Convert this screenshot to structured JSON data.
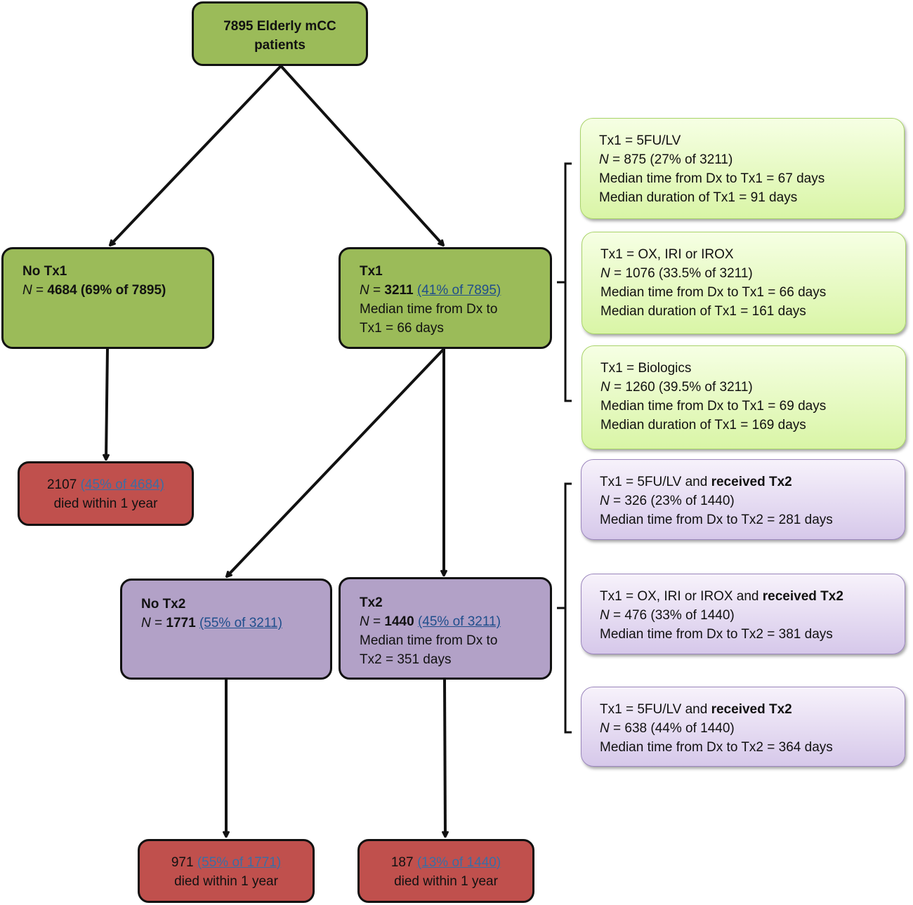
{
  "root": {
    "line1": "7895 Elderly mCC",
    "line2": "patients"
  },
  "no_tx1": {
    "title": "No Tx1",
    "n_label": "N",
    "n_eq": " = ",
    "n_text": "4684 (69% of 7895)"
  },
  "tx1": {
    "title": "Tx1",
    "n_label": "N",
    "n_eq": " = ",
    "n_value": "3211",
    "n_pct": "(41% of 7895)",
    "line3": "Median time from Dx to",
    "line4": "Tx1 = 66 days"
  },
  "died_no_tx1": {
    "count": "2107",
    "pct": "(45% of 4684)",
    "text": "died within 1 year"
  },
  "no_tx2": {
    "title": "No Tx2",
    "n_label": "N",
    "n_eq": " = ",
    "n_value": "1771",
    "n_pct": "(55% of 3211)"
  },
  "tx2": {
    "title": "Tx2",
    "n_label": "N",
    "n_eq": " = ",
    "n_value": "1440",
    "n_pct": "(45% of 3211)",
    "line3": "Median time from Dx to",
    "line4": "Tx2 = 351 days"
  },
  "died_no_tx2": {
    "count": "971",
    "pct": "(55% of 1771)",
    "text": "died within 1 year"
  },
  "died_tx2": {
    "count": "187",
    "pct": "(13% of 1440)",
    "text": "died within 1 year"
  },
  "tx1_details": [
    {
      "line1": "Tx1 = 5FU/LV",
      "n_label": "N",
      "n_rest": " = 875 (27% of 3211)",
      "line3": "Median time from Dx to Tx1 = 67 days",
      "line4": "Median duration of Tx1 = 91 days"
    },
    {
      "line1": "Tx1 = OX, IRI or IROX",
      "n_label": "N",
      "n_rest": " = 1076 (33.5% of 3211)",
      "line3": "Median time from Dx to Tx1 = 66 days",
      "line4": "Median duration of Tx1 = 161 days"
    },
    {
      "line1": "Tx1 = Biologics",
      "n_label": "N",
      "n_rest": " = 1260 (39.5% of 3211)",
      "line3": "Median time from Dx to Tx1 = 69 days",
      "line4": "Median duration of Tx1 = 169 days"
    }
  ],
  "tx2_details": [
    {
      "line1_plain": "Tx1 = 5FU/LV and ",
      "line1_bold": "received Tx2",
      "n_label": "N",
      "n_rest": " = 326 (23% of 1440)",
      "line3": "Median time from Dx to Tx2 = 281 days"
    },
    {
      "line1_plain": "Tx1 = OX, IRI or IROX and ",
      "line1_bold": "received Tx2",
      "n_label": "N",
      "n_rest": " = 476 (33% of 1440)",
      "line3": "Median time from Dx to Tx2 = 381 days"
    },
    {
      "line1_plain": "Tx1 = 5FU/LV and ",
      "line1_bold": "received Tx2",
      "n_label": "N",
      "n_rest": " = 638 (44% of 1440)",
      "line3": "Median time from Dx to Tx2 = 364 days"
    }
  ],
  "colors": {
    "green": "#9bbb59",
    "purple": "#b2a1c7",
    "red": "#c0504d",
    "light_green": "#e6fbbf",
    "light_purple": "#e3d9f0"
  }
}
